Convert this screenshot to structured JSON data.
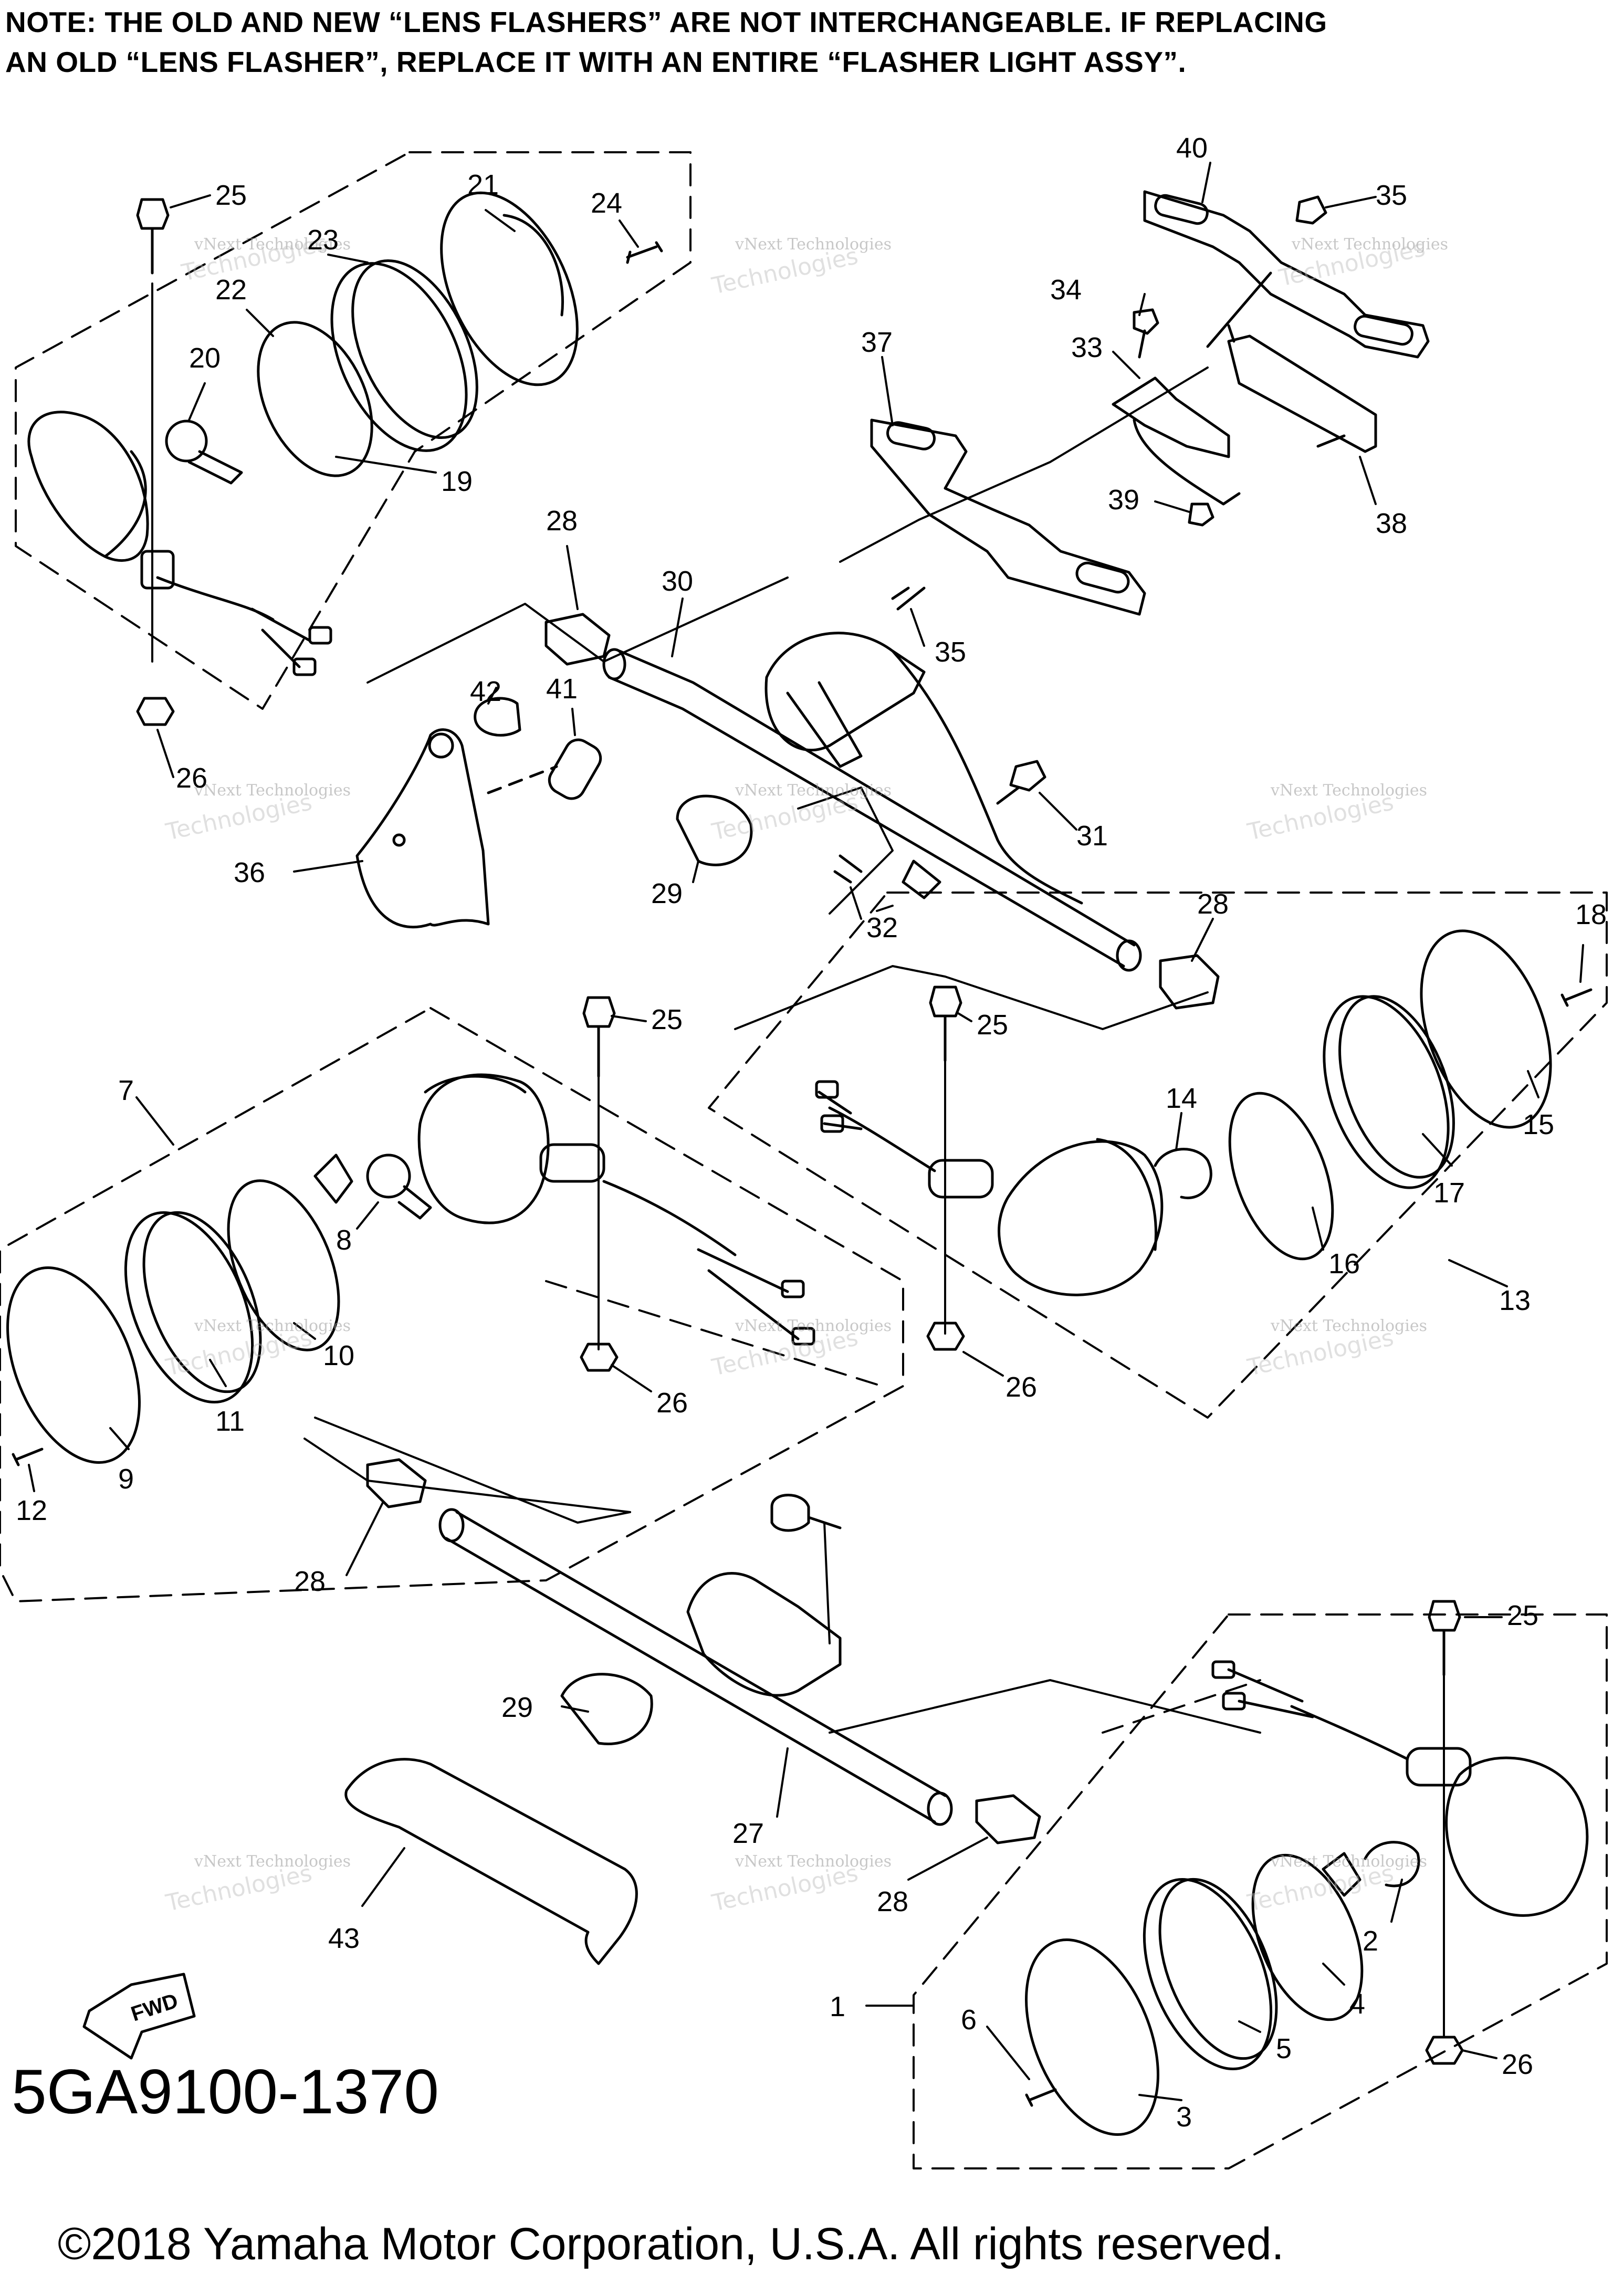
{
  "note": {
    "line1": "NOTE: THE OLD AND NEW “LENS FLASHERS” ARE NOT INTERCHANGEABLE. IF REPLACING",
    "line2": "AN OLD “LENS FLASHER”, REPLACE IT WITH AN ENTIRE “FLASHER LIGHT ASSY”."
  },
  "diagram_code": "5GA9100-1370",
  "copyright": "©2018 Yamaha Motor Corporation, U.S.A. All rights reserved.",
  "forward_arrow_label": "FWD",
  "watermark": {
    "line1": "vNext Technologies",
    "line2": "Technologies",
    "line3": "vNext"
  },
  "callouts": {
    "c1": "1",
    "c2": "2",
    "c3": "3",
    "c4": "4",
    "c5": "5",
    "c6": "6",
    "c7": "7",
    "c8": "8",
    "c9": "9",
    "c10": "10",
    "c11": "11",
    "c12": "12",
    "c13": "13",
    "c14": "14",
    "c15": "15",
    "c16": "16",
    "c17": "17",
    "c18": "18",
    "c19": "19",
    "c20": "20",
    "c21": "21",
    "c22": "22",
    "c23": "23",
    "c24": "24",
    "c25a": "25",
    "c25b": "25",
    "c25c": "25",
    "c25d": "25",
    "c26a": "26",
    "c26b": "26",
    "c26c": "26",
    "c26d": "26",
    "c27": "27",
    "c28a": "28",
    "c28b": "28",
    "c28c": "28",
    "c28d": "28",
    "c29a": "29",
    "c29b": "29",
    "c30": "30",
    "c31": "31",
    "c32": "32",
    "c33": "33",
    "c34": "34",
    "c35a": "35",
    "c35b": "35",
    "c36": "36",
    "c37": "37",
    "c38": "38",
    "c39": "39",
    "c40": "40",
    "c41": "41",
    "c42": "42",
    "c43": "43"
  }
}
